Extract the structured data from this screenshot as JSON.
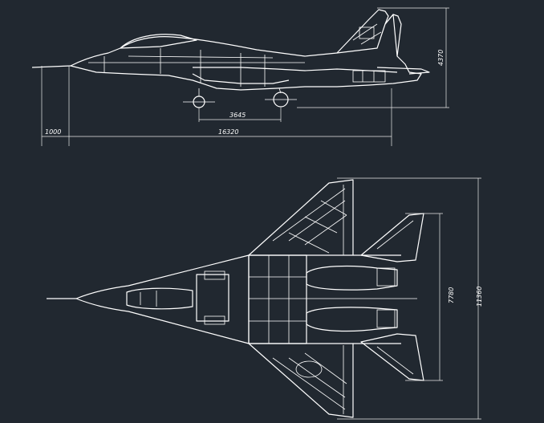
{
  "colors": {
    "background": "#212830",
    "lines": "#ffffff"
  },
  "side_view": {
    "dimensions": {
      "nose_probe": "1000",
      "overall_length": "16320",
      "wheelbase": "3645",
      "height": "4370"
    }
  },
  "top_view": {
    "dimensions": {
      "tailplane_span": "7780",
      "wingspan": "11360"
    }
  }
}
